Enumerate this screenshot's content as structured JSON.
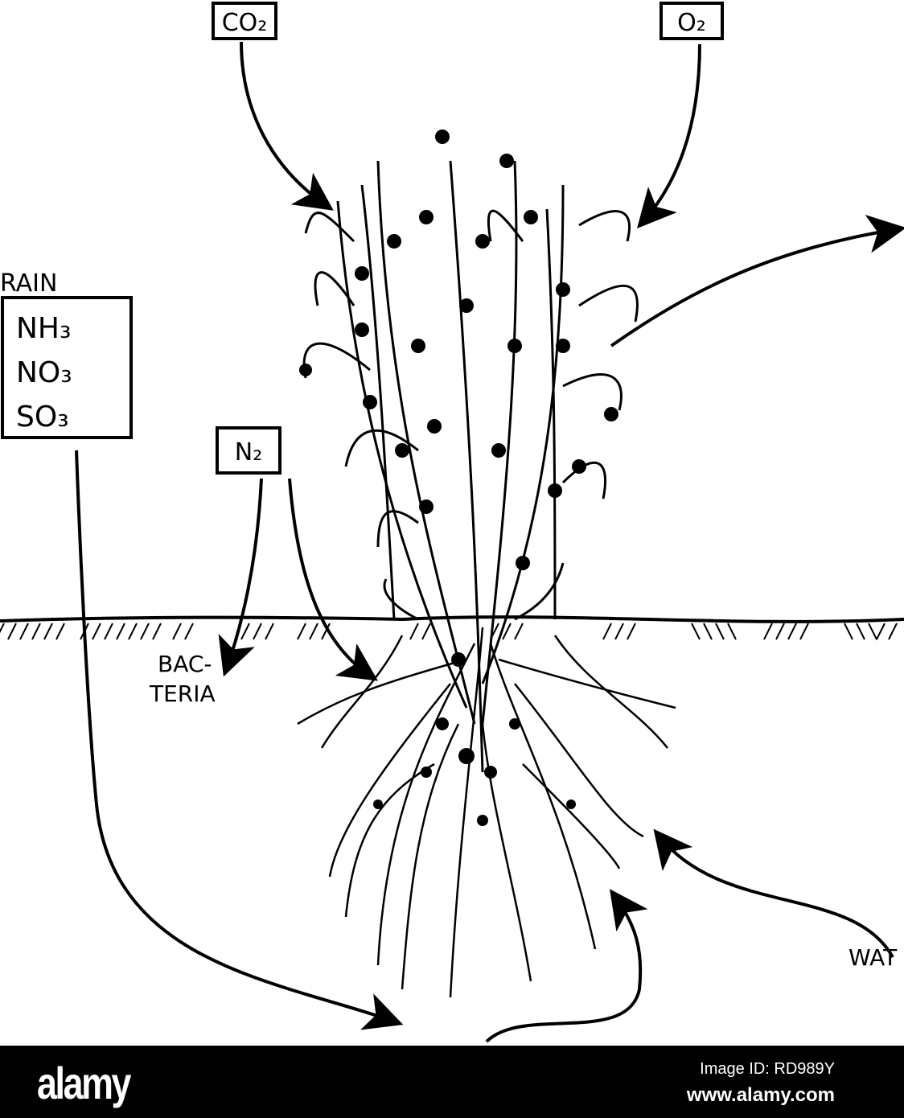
{
  "labels": {
    "co2": "CO₂",
    "o2": "O₂",
    "rain": "RAIN",
    "rain_items": [
      "NH₃",
      "NO₃",
      "SO₃"
    ],
    "n2": "N₂",
    "bacteria_1": "BAC-",
    "bacteria_2": "TERIA",
    "water": "WAT"
  },
  "footer": {
    "logo": "alamy",
    "image_id": "Image ID: RD989Y",
    "url": "www.alamy.com"
  }
}
